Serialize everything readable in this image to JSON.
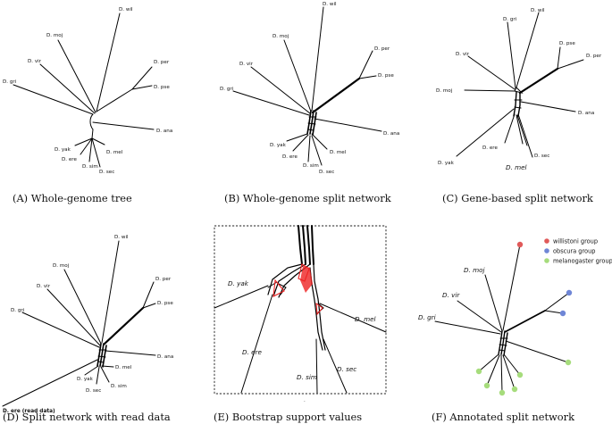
{
  "taxa": {
    "wil": "D. wil",
    "moj": "D. moj",
    "vir": "D. vir",
    "gri": "D. gri",
    "per": "D. per",
    "pse": "D. pse",
    "ana": "D. ana",
    "mel": "D. mel",
    "yak": "D. yak",
    "ere": "D. ere",
    "sim": "D. sim",
    "sec": "D. sec",
    "ere_read": "D. ere (read data)"
  },
  "panels": [
    {
      "id": "A",
      "caption": "(A) Whole-genome tree"
    },
    {
      "id": "B",
      "caption": "(B) Whole-genome split network"
    },
    {
      "id": "C",
      "caption": "(C) Gene-based split network"
    },
    {
      "id": "D",
      "caption": "(D) Split network with read data"
    },
    {
      "id": "E",
      "caption": "(E) Bootstrap support values"
    },
    {
      "id": "F",
      "caption": "(F) Annotated split network"
    }
  ],
  "legend": [
    {
      "label": "willistoni group",
      "color": "#e05a5a"
    },
    {
      "label": "obscura group",
      "color": "#6f86d6"
    },
    {
      "label": "melanogaster group",
      "color": "#a6dc7c"
    }
  ],
  "colors": {
    "edge": "#000000",
    "support": "#ee2222"
  },
  "dot": "."
}
